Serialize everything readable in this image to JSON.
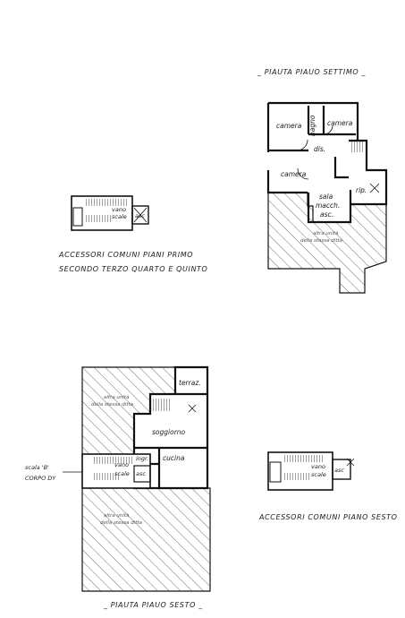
{
  "sheet": {
    "title_top": "_ PIAUTA PIAUO SETTIMO _",
    "title_bottom": "_ PIAUTA PIAUO SESTO _",
    "caption_left_line1": "ACCESSORI COMUNI PIANI PRIMO",
    "caption_left_line2": "SECONDO TERZO QUARTO E QUINTO",
    "caption_right": "ACCESSORI COMUNI PIANO SESTO",
    "side_label_line1": "scala 'B'",
    "side_label_line2": "CORPO DY"
  },
  "rooms_settimo": {
    "camera_1": "camera",
    "bagno": "bagno",
    "camera_2": "camera",
    "dis": "dis.",
    "camera_3": "camera",
    "rip": "rip.",
    "sala": "sala",
    "macch": "macch.",
    "asc": "asc.",
    "altra_unita_1": "altra unità",
    "altra_unita_2": "della stessa ditta"
  },
  "rooms_sesto": {
    "terraz": "terraz.",
    "soggiorno": "soggiorno",
    "ingr": "ingr.",
    "cucina": "cucina",
    "asc": "asc",
    "altra_unita_top_1": "altra unità",
    "altra_unita_top_2": "della stessa ditta",
    "altra_unita_bottom_1": "altra unità",
    "altra_unita_bottom_2": "della stessa ditta"
  },
  "stair_labels": {
    "vano": "vano",
    "scale": "scale",
    "asc": "asc"
  }
}
